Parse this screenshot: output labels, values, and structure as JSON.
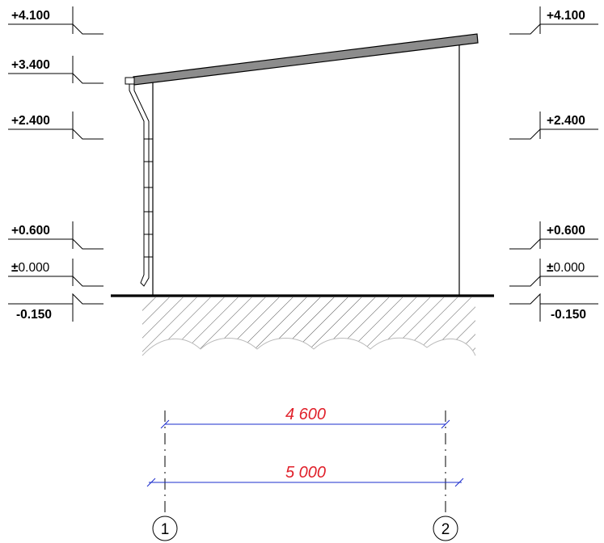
{
  "levels_left": [
    {
      "label": "+4.100",
      "bold": true
    },
    {
      "label": "+3.400",
      "bold": true
    },
    {
      "label": "+2.400",
      "bold": true
    },
    {
      "label": "+0.600",
      "bold": true
    },
    {
      "label_prefix": "±",
      "label_value": "0.000",
      "bold": false
    },
    {
      "label": "-0.150",
      "bold": true
    }
  ],
  "levels_right": [
    {
      "label": "+4.100",
      "bold": true
    },
    {
      "label": "+2.400",
      "bold": true
    },
    {
      "label": "+0.600",
      "bold": true
    },
    {
      "label_prefix": "±",
      "label_value": "0.000",
      "bold": false
    },
    {
      "label": "-0.150",
      "bold": true
    }
  ],
  "dimensions": {
    "inner": "4 600",
    "outer": "5 000"
  },
  "axes": [
    {
      "label": "1"
    },
    {
      "label": "2"
    }
  ],
  "colors": {
    "dimension_text": "#e0202a",
    "dimension_line": "#1a2ccc",
    "roof_fill": "#8c8c8c",
    "ground_hatch": "#666666"
  }
}
